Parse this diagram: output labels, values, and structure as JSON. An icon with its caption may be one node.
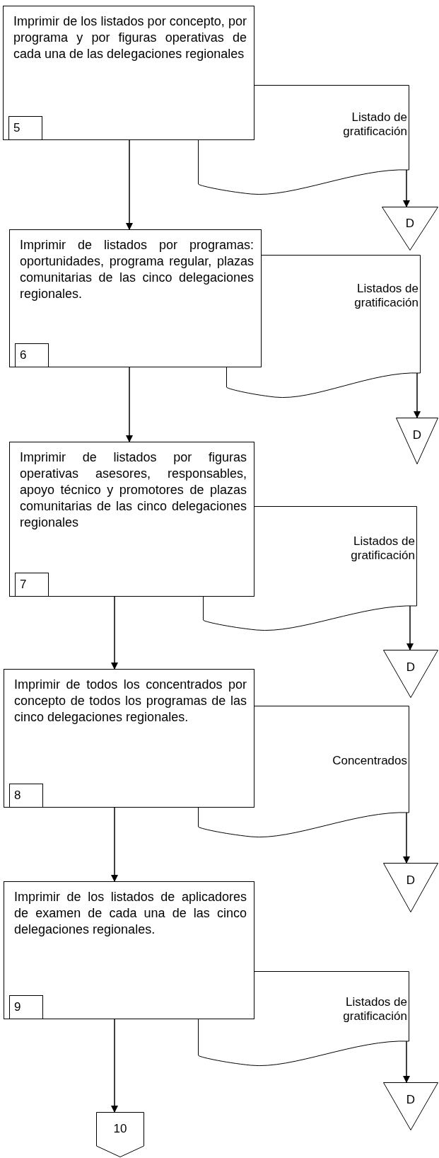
{
  "diagram": {
    "nodes": [
      {
        "text": [
          "Imprimir de los listados por concepto, por programa y por figuras operativas de cada una de las delegaciones regionales",
          "5"
        ]
      },
      {
        "text": [
          "Listado de gratificación"
        ]
      },
      {
        "text": [
          "D"
        ]
      },
      {
        "text": [
          "Imprimir de listados por programas: oportunidades, programa regular, plazas comunitarias de las cinco delegaciones regionales.",
          "6"
        ]
      },
      {
        "text": [
          "Listados de gratificación"
        ]
      },
      {
        "text": [
          "D"
        ]
      },
      {
        "text": [
          "Imprimir de listados por figuras operativas asesores, responsables, apoyo técnico y promotores de plazas comunitarias de las cinco delegaciones regionales",
          "7"
        ]
      },
      {
        "text": [
          "Listados de gratificación"
        ]
      },
      {
        "text": [
          "D"
        ]
      },
      {
        "text": [
          "Imprimir de todos los concentrados por concepto de todos los programas de las cinco delegaciones regionales.",
          "8"
        ]
      },
      {
        "text": [
          "Concentrados"
        ]
      },
      {
        "text": [
          "D"
        ]
      },
      {
        "text": [
          "Imprimir de los listados de aplicadores de examen de cada una de las cinco delegaciones regionales.",
          "9"
        ]
      },
      {
        "text": [
          "Listados de gratificación"
        ]
      },
      {
        "text": [
          "D"
        ]
      },
      {
        "text": [
          "10"
        ]
      }
    ],
    "edges": [
      {
        "from": 1,
        "to": 2,
        "arrow": "to"
      },
      {
        "from": 0,
        "to": 3,
        "arrow": "to"
      },
      {
        "from": 4,
        "to": 5,
        "arrow": "to"
      },
      {
        "from": 3,
        "to": 6,
        "arrow": "to"
      },
      {
        "from": 7,
        "to": 8,
        "arrow": "to"
      },
      {
        "from": 6,
        "to": 9,
        "arrow": "to"
      },
      {
        "from": 10,
        "to": 11,
        "arrow": "to"
      },
      {
        "from": 9,
        "to": 12,
        "arrow": "to"
      },
      {
        "from": 13,
        "to": 14,
        "arrow": "to"
      },
      {
        "from": 12,
        "to": 15,
        "arrow": "to"
      }
    ]
  }
}
